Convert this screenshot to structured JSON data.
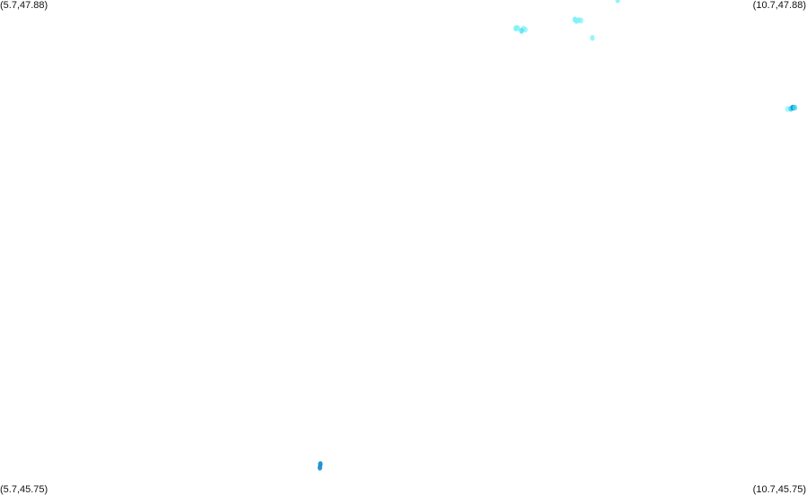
{
  "map": {
    "corners": {
      "top_left": "(5.7,47.88)",
      "top_right": "(10.7,47.88)",
      "bottom_left": "(5.7,45.75)",
      "bottom_right": "(10.7,45.75)"
    },
    "extent": {
      "lon_min": 5.7,
      "lon_max": 10.7,
      "lat_min": 45.75,
      "lat_max": 47.88
    },
    "colors": {
      "background": "#ffffff",
      "light_cyan": "#7df3f7",
      "medium_cyan": "#35d6ef",
      "deep_blue": "#1d8fd1"
    },
    "points": [
      {
        "lon": 9.527,
        "lat": 47.879,
        "color": "light_cyan",
        "opacity": 0.85
      },
      {
        "lon": 8.896,
        "lat": 47.758,
        "color": "light_cyan",
        "opacity": 0.95
      },
      {
        "lon": 8.907,
        "lat": 47.759,
        "color": "light_cyan",
        "opacity": 0.85
      },
      {
        "lon": 8.942,
        "lat": 47.757,
        "color": "light_cyan",
        "opacity": 0.75
      },
      {
        "lon": 8.955,
        "lat": 47.752,
        "color": "light_cyan",
        "opacity": 0.75
      },
      {
        "lon": 8.931,
        "lat": 47.747,
        "color": "medium_cyan",
        "opacity": 0.65
      },
      {
        "lon": 9.262,
        "lat": 47.796,
        "color": "light_cyan",
        "opacity": 0.95
      },
      {
        "lon": 9.271,
        "lat": 47.79,
        "color": "light_cyan",
        "opacity": 0.9
      },
      {
        "lon": 9.284,
        "lat": 47.793,
        "color": "light_cyan",
        "opacity": 0.9
      },
      {
        "lon": 9.3,
        "lat": 47.792,
        "color": "light_cyan",
        "opacity": 0.75
      },
      {
        "lon": 9.37,
        "lat": 47.717,
        "color": "light_cyan",
        "opacity": 0.8
      },
      {
        "lon": 10.58,
        "lat": 47.411,
        "color": "light_cyan",
        "opacity": 0.7
      },
      {
        "lon": 10.6,
        "lat": 47.412,
        "color": "medium_cyan",
        "opacity": 0.85
      },
      {
        "lon": 10.612,
        "lat": 47.417,
        "color": "deep_blue",
        "opacity": 0.9
      },
      {
        "lon": 10.624,
        "lat": 47.417,
        "color": "medium_cyan",
        "opacity": 0.85
      },
      {
        "lon": 7.685,
        "lat": 45.883,
        "color": "deep_blue",
        "opacity": 0.95
      },
      {
        "lon": 7.682,
        "lat": 45.868,
        "color": "deep_blue",
        "opacity": 0.95
      }
    ]
  }
}
